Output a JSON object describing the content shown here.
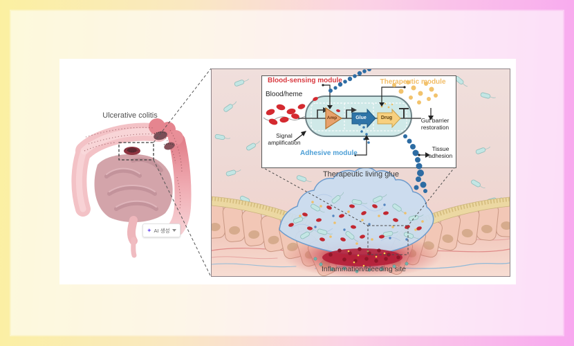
{
  "left_panel": {
    "disease_label": "Ulcerative colitis",
    "ai_badge": {
      "label": "AI 생성",
      "sparkle": "✦"
    }
  },
  "inset": {
    "blood_sensing_module": "Blood-sensing module",
    "therapeutic_module": "Therapeutic module",
    "blood_heme": "Blood/heme",
    "signal_amplification": "Signal amplification",
    "adhesive_module": "Adhesive module",
    "gut_barrier": "Gut barrier restoration",
    "tissue_adhesion": "Tissue adhesion",
    "genes": {
      "amp": "Amp",
      "glue": "Glue",
      "drug": "Drug"
    }
  },
  "figure": {
    "living_glue_caption": "Therapeutic living glue",
    "inflammation_caption": "Inflammation/bleeding site"
  },
  "colors": {
    "blood_sensing_red": "#d93a40",
    "therapeutic_yellow": "#f2bd67",
    "adhesive_blue": "#4d9fd6",
    "glue_arrow_blue": "#2e74a7",
    "drug_arrow_yellow": "#f7d07f",
    "amp_orange": "#e7a26c",
    "adhesion_dot_blue": "#2d6ca3",
    "blood_cell_red": "#d42a30",
    "frame_gradient_left": "#fbf0a1",
    "frame_gradient_right": "#f8a8ef"
  }
}
